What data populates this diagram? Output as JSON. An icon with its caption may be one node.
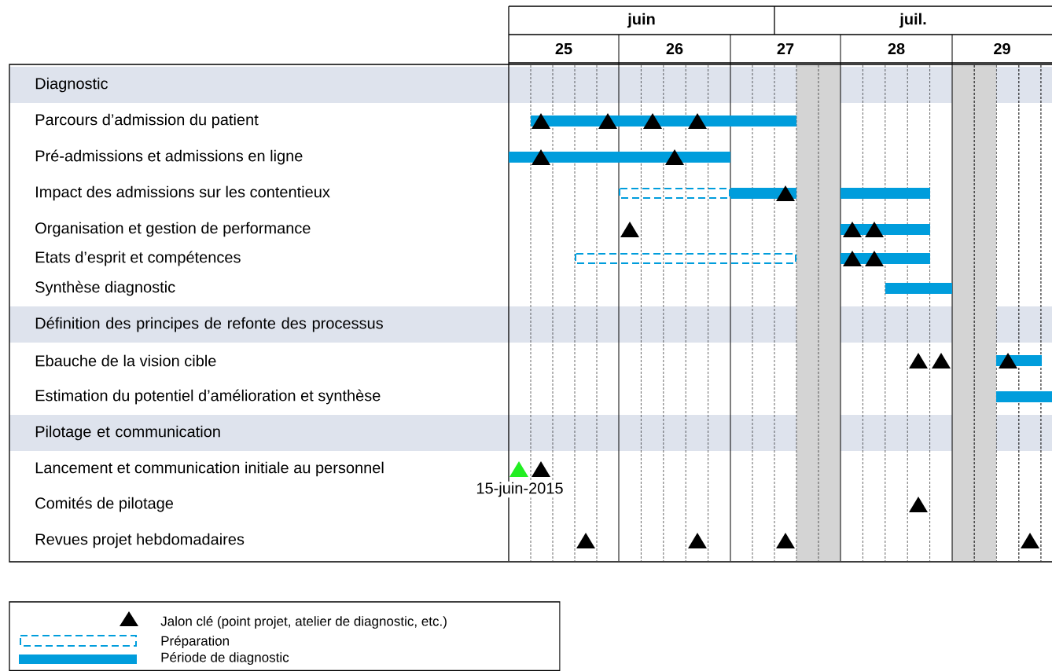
{
  "diagram": {
    "nodes": [
      {
        "text": [
          "Diagnostic"
        ]
      },
      {
        "text": [
          "Définition des principes de refonte des processus"
        ]
      },
      {
        "text": [
          "Pilotage et communication"
        ]
      }
    ],
    "labels": [
      "juin",
      "juil.",
      "25",
      "26",
      "27",
      "28",
      "29",
      "Parcours d’admission du patient",
      "Pré-admissions et admissions en ligne",
      "Impact des admissions sur les contentieux",
      "Organisation et gestion de performance",
      "Etats d’esprit et compétences",
      "Synthèse diagnostic",
      "Ebauche de la vision cible",
      "Estimation du potentiel d’amélioration et synthèse",
      "Lancement et communication initiale au personnel",
      "15-juin-2015",
      "Comités de pilotage",
      "Revues projet hebdomadaires"
    ],
    "legend": [
      {
        "text": "Jalon clé (point projet, atelier de diagnostic, etc.)"
      },
      {
        "text": "Préparation"
      },
      {
        "text": "Période de diagnostic"
      }
    ]
  }
}
